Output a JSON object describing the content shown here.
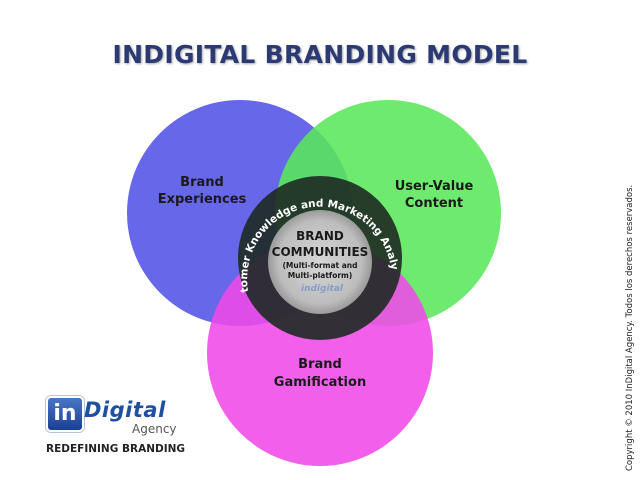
{
  "title": "INDIGITAL BRANDING MODEL",
  "diagram": {
    "circles": {
      "experiences": {
        "label_line1": "Brand",
        "label_line2": "Experiences",
        "color": "#5a5ae8"
      },
      "content": {
        "label_line1": "User-Value",
        "label_line2": "Content",
        "color": "#5ae85a"
      },
      "gamification": {
        "label_line1": "Brand",
        "label_line2": "Gamification",
        "color": "#f04ae8"
      }
    },
    "ring": {
      "text": "Customer Knowledge and Marketing Analytics",
      "color": "#1e2a22"
    },
    "center": {
      "line1": "BRAND",
      "line2": "COMMUNITIES",
      "sub1": "(Multi-format and",
      "sub2": "Multi-platform)",
      "watermark": "indigital"
    }
  },
  "logo": {
    "in": "in",
    "digital": "Digital",
    "agency": "Agency",
    "tagline": "REDEFINING BRANDING"
  },
  "copyright": "Copyright © 2010 InDigital Agency. Todos los derechos reservados."
}
